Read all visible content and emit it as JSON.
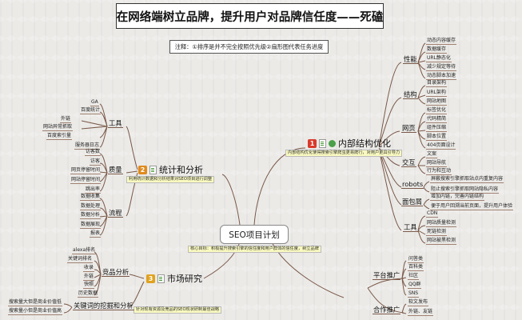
{
  "title": "在网络端树立品牌，提升用户对品牌信任度——死磕",
  "note": "注释：①排序是并不完全按照优先级②扇形图代表任务进度",
  "central": {
    "label": "SEO项目计划",
    "caption": "核心目标：积极提升搜索引擎的信任度和用户群体的信任度，树立品牌"
  },
  "branches": {
    "structure": {
      "number": "1",
      "label": "内部结构优化",
      "badge_color": "#d93a2b",
      "caption": "内部结构优化使得搜索引擎爬虫更易爬行，对用户更具引导力",
      "subs": [
        {
          "label": "性能",
          "leaves": [
            "动态内容缓存",
            "数据缓存",
            "URL静态化",
            "减少规定等待",
            "动态脚本加速"
          ]
        },
        {
          "label": "结构",
          "leaves": [
            "目录架构",
            "URL架构",
            "网站地图"
          ]
        },
        {
          "label": "网页",
          "leaves": [
            "标签优化",
            "代码精简",
            "组件压缩",
            "脚本位置",
            "404页面设计"
          ]
        },
        {
          "label": "交互",
          "leaves": [
            "文案",
            "网站导航",
            "行为和互动"
          ]
        },
        {
          "label": "robots",
          "leaves": [
            "屏蔽搜索引擎抓取站点内重复内容",
            "阻止搜索引擎抓取网站隐私内容"
          ]
        },
        {
          "label": "面包屑",
          "leaves": [
            "增加内链，完善内链结构",
            "便于用户回溯当前页面，提升用户体验"
          ]
        },
        {
          "label": "工具",
          "leaves": [
            "CDN",
            "网站质量检测",
            "死链检测",
            "网站被黑检测"
          ]
        }
      ]
    },
    "stats": {
      "number": "2",
      "label": "统计和分析",
      "badge_color": "#e08a1e",
      "caption": "利用统计数据和分析结果对SEO项目进行调整",
      "subs": [
        {
          "label": "工具",
          "leaves": [
            "GA",
            "百度统计",
            "外链",
            "网站异常抓取",
            "百度索引量",
            "服务器日志"
          ]
        },
        {
          "label": "质量",
          "leaves": [
            "访客数",
            "访客",
            "网页停留时间",
            "网站停留时间",
            "跳出率"
          ]
        },
        {
          "label": "流程",
          "leaves": [
            "数据收集",
            "数据处理",
            "数据分析",
            "数据展现",
            "报表"
          ]
        }
      ]
    },
    "market": {
      "number": "3",
      "label": "市场研究",
      "badge_color": "#e0a21e",
      "caption": "针对现有资源及竞品的SEO现状研制最佳战略",
      "subs": [
        {
          "label": "竞品分析",
          "leaves": [
            "alexa排名",
            "关键词排名",
            "收录",
            "外链",
            "快照",
            "历史数据"
          ]
        },
        {
          "label": "关键词的挖掘和分析",
          "leaves": [
            "搜索量大但是商业价值低",
            "搜索量小但是商业价值高"
          ]
        }
      ]
    },
    "promotion": {
      "subs": [
        {
          "label": "平台推广",
          "leaves": [
            "问答类",
            "百科类",
            "社区",
            "QQ群",
            "SNS"
          ]
        },
        {
          "label": "合作推广",
          "leaves": [
            "软文发布",
            "外链、友链"
          ]
        }
      ]
    }
  },
  "colors": {
    "line": "#7a5848",
    "caption_bg": "#f9f9c0",
    "icon_green": "#4a9a3a"
  }
}
